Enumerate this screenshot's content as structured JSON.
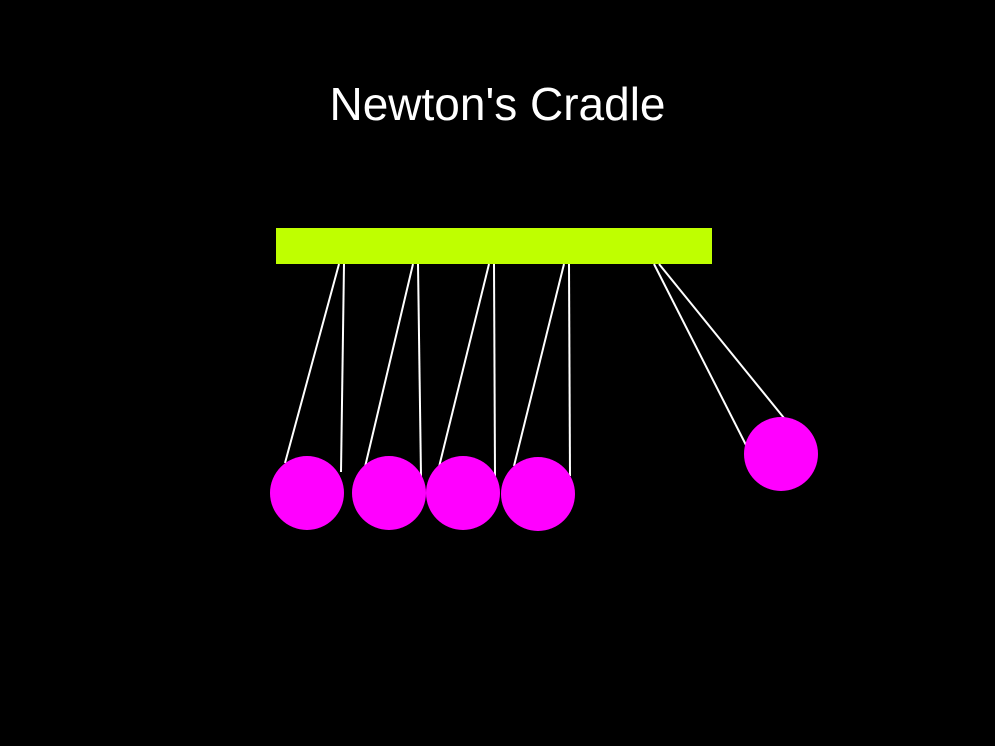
{
  "title": "Newton's Cradle",
  "colors": {
    "background": "#000000",
    "frame_bar": "#bfff00",
    "string": "#ffffff",
    "ball": "#ff00ff",
    "title_text": "#ffffff"
  },
  "cradle": {
    "ball_count": 5,
    "resting_balls": 4,
    "swung_out_balls": 1,
    "swung_side": "right"
  }
}
